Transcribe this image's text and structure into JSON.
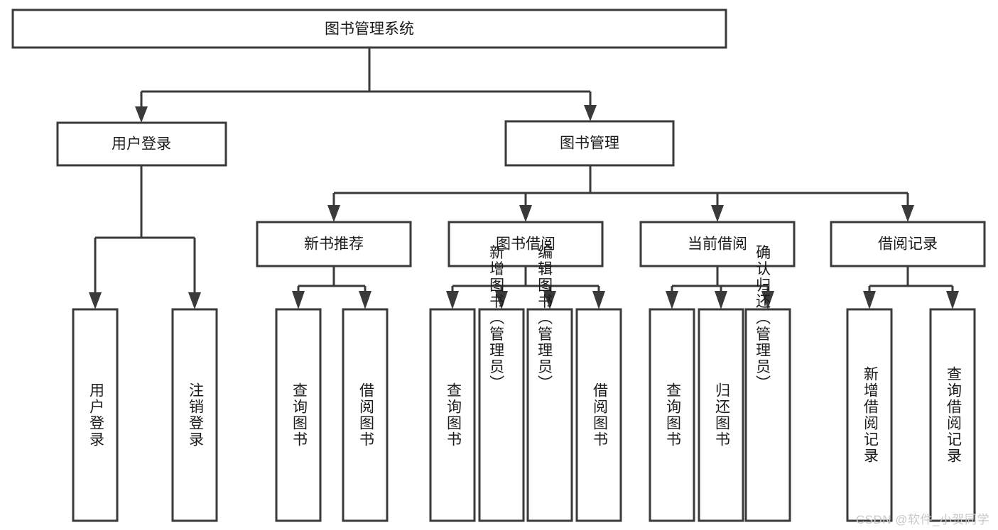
{
  "diagram": {
    "title": "图书管理系统",
    "type": "tree-hierarchy",
    "watermark": "CSDN @软件_小贺同学",
    "colors": {
      "stroke": "#3a3a3a",
      "fill": "#ffffff",
      "text": "#1a1a1a",
      "watermark": "#c9c9c9",
      "background": "#ffffff"
    },
    "root": {
      "label": "图书管理系统"
    },
    "level2": [
      {
        "label": "用户登录"
      },
      {
        "label": "图书管理"
      }
    ],
    "level3": [
      {
        "label": "新书推荐"
      },
      {
        "label": "图书借阅"
      },
      {
        "label": "当前借阅"
      },
      {
        "label": "借阅记录"
      }
    ],
    "leaves": {
      "user_login": [
        {
          "label": "用户登录"
        },
        {
          "label": "注销登录"
        }
      ],
      "new_book_recommend": [
        {
          "label": "查询图书"
        },
        {
          "label": "借阅图书"
        }
      ],
      "book_borrow": [
        {
          "label": "查询图书"
        },
        {
          "label": "新增图书（管理员）"
        },
        {
          "label": "编辑图书（管理员）"
        },
        {
          "label": "借阅图书"
        }
      ],
      "current_borrow": [
        {
          "label": "查询图书"
        },
        {
          "label": "归还图书"
        },
        {
          "label": "确认归还（管理员）"
        }
      ],
      "borrow_record": [
        {
          "label": "新增借阅记录"
        },
        {
          "label": "查询借阅记录"
        }
      ]
    }
  }
}
